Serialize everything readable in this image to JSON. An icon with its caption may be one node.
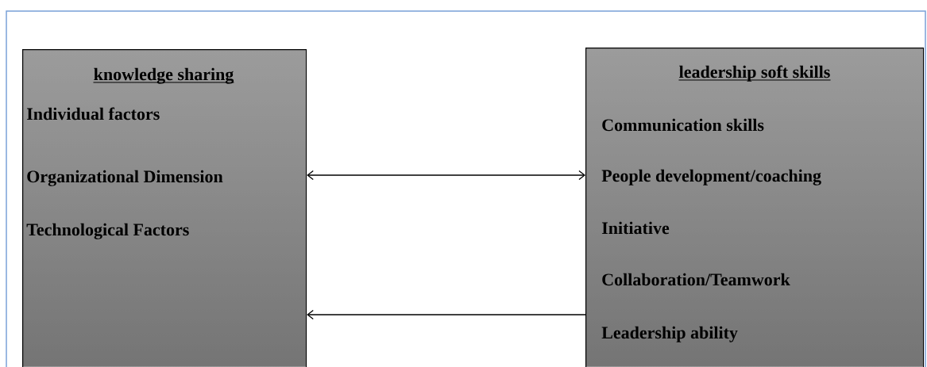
{
  "diagram": {
    "nodes": [
      {
        "text": [
          "knowledge sharing",
          "Individual factors",
          "Organizational Dimension",
          "Technological Factors"
        ]
      },
      {
        "text": [
          "leadership soft skills",
          "Communication skills",
          "People development/coaching",
          "Initiative",
          "Collaboration/Teamwork",
          "Leadership ability"
        ]
      }
    ],
    "edges": [
      {
        "from": 0,
        "to": 1,
        "arrow": "both"
      },
      {
        "from": 1,
        "to": 0,
        "arrow": "to"
      }
    ]
  }
}
